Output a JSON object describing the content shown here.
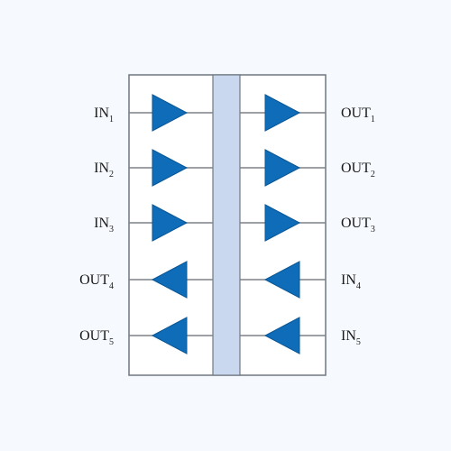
{
  "colors": {
    "page_background": "#f6f9fd",
    "box_fill": "#ffffff",
    "box_stroke": "#6f7780",
    "isolation_barrier": "#c9d8ee",
    "isolation_stroke": "#6f7780",
    "buffer_fill": "#0e6cb8",
    "buffer_stroke": "#0b5796",
    "wire": "#7d8288"
  },
  "channels": [
    {
      "direction": "right",
      "left_pin": {
        "base": "IN",
        "sub": "1"
      },
      "right_pin": {
        "base": "OUT",
        "sub": "1"
      }
    },
    {
      "direction": "right",
      "left_pin": {
        "base": "IN",
        "sub": "2"
      },
      "right_pin": {
        "base": "OUT",
        "sub": "2"
      }
    },
    {
      "direction": "right",
      "left_pin": {
        "base": "IN",
        "sub": "3"
      },
      "right_pin": {
        "base": "OUT",
        "sub": "3"
      }
    },
    {
      "direction": "left",
      "left_pin": {
        "base": "OUT",
        "sub": "4"
      },
      "right_pin": {
        "base": "IN",
        "sub": "4"
      }
    },
    {
      "direction": "left",
      "left_pin": {
        "base": "OUT",
        "sub": "5"
      },
      "right_pin": {
        "base": "IN",
        "sub": "5"
      }
    }
  ]
}
